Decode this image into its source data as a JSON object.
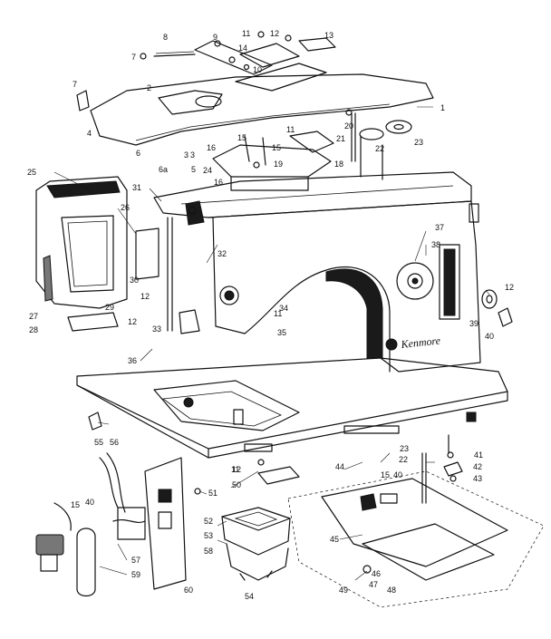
{
  "diagram": {
    "brand_badge": "Kenmore",
    "part_labels": [
      {
        "id": "p1",
        "text": "1"
      },
      {
        "id": "p2",
        "text": "2"
      },
      {
        "id": "p3a",
        "text": "3"
      },
      {
        "id": "p3b",
        "text": "3"
      },
      {
        "id": "p4",
        "text": "4"
      },
      {
        "id": "p5",
        "text": "5"
      },
      {
        "id": "p6",
        "text": "6"
      },
      {
        "id": "p6a",
        "text": "6a"
      },
      {
        "id": "p7a",
        "text": "7"
      },
      {
        "id": "p7b",
        "text": "7"
      },
      {
        "id": "p8",
        "text": "8"
      },
      {
        "id": "p9",
        "text": "9"
      },
      {
        "id": "p10",
        "text": "10"
      },
      {
        "id": "p11a",
        "text": "11"
      },
      {
        "id": "p11b",
        "text": "11"
      },
      {
        "id": "p11c",
        "text": "11"
      },
      {
        "id": "p11d",
        "text": "11"
      },
      {
        "id": "p12a",
        "text": "12"
      },
      {
        "id": "p12b",
        "text": "12"
      },
      {
        "id": "p12c",
        "text": "12"
      },
      {
        "id": "p12d",
        "text": "12"
      },
      {
        "id": "p12e",
        "text": "12"
      },
      {
        "id": "p13",
        "text": "13"
      },
      {
        "id": "p14",
        "text": "14"
      },
      {
        "id": "p15a",
        "text": "15"
      },
      {
        "id": "p15b",
        "text": "15"
      },
      {
        "id": "p15c",
        "text": "15"
      },
      {
        "id": "p15d",
        "text": "15"
      },
      {
        "id": "p16a",
        "text": "16"
      },
      {
        "id": "p16b",
        "text": "16"
      },
      {
        "id": "p18",
        "text": "18"
      },
      {
        "id": "p19",
        "text": "19"
      },
      {
        "id": "p20",
        "text": "20"
      },
      {
        "id": "p21",
        "text": "21"
      },
      {
        "id": "p22a",
        "text": "22"
      },
      {
        "id": "p22b",
        "text": "22"
      },
      {
        "id": "p23a",
        "text": "23"
      },
      {
        "id": "p23b",
        "text": "23"
      },
      {
        "id": "p24",
        "text": "24"
      },
      {
        "id": "p25",
        "text": "25"
      },
      {
        "id": "p26",
        "text": "26"
      },
      {
        "id": "p27",
        "text": "27"
      },
      {
        "id": "p28",
        "text": "28"
      },
      {
        "id": "p29",
        "text": "29"
      },
      {
        "id": "p30",
        "text": "30"
      },
      {
        "id": "p31",
        "text": "31"
      },
      {
        "id": "p32",
        "text": "32"
      },
      {
        "id": "p33",
        "text": "33"
      },
      {
        "id": "p34",
        "text": "34"
      },
      {
        "id": "p35",
        "text": "35"
      },
      {
        "id": "p36",
        "text": "36"
      },
      {
        "id": "p37",
        "text": "37"
      },
      {
        "id": "p38",
        "text": "38"
      },
      {
        "id": "p39",
        "text": "39"
      },
      {
        "id": "p40a",
        "text": "40"
      },
      {
        "id": "p40b",
        "text": "40"
      },
      {
        "id": "p40c",
        "text": "40"
      },
      {
        "id": "p41",
        "text": "41"
      },
      {
        "id": "p42",
        "text": "42"
      },
      {
        "id": "p43",
        "text": "43"
      },
      {
        "id": "p44",
        "text": "44"
      },
      {
        "id": "p45",
        "text": "45"
      },
      {
        "id": "p46",
        "text": "46"
      },
      {
        "id": "p47",
        "text": "47"
      },
      {
        "id": "p48",
        "text": "48"
      },
      {
        "id": "p49",
        "text": "49"
      },
      {
        "id": "p50",
        "text": "50"
      },
      {
        "id": "p51",
        "text": "51"
      },
      {
        "id": "p52",
        "text": "52"
      },
      {
        "id": "p53",
        "text": "53"
      },
      {
        "id": "p54",
        "text": "54"
      },
      {
        "id": "p55",
        "text": "55"
      },
      {
        "id": "p56",
        "text": "56"
      },
      {
        "id": "p57",
        "text": "57"
      },
      {
        "id": "p58",
        "text": "58"
      },
      {
        "id": "p59",
        "text": "59"
      },
      {
        "id": "p60",
        "text": "60"
      }
    ]
  }
}
